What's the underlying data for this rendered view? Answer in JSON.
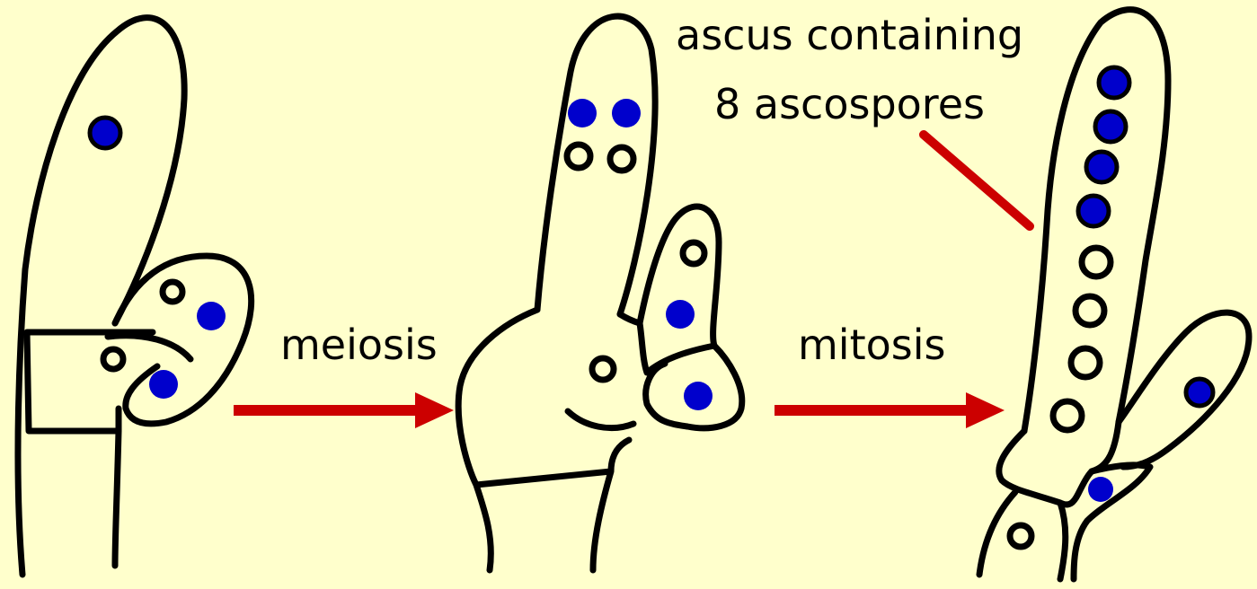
{
  "labels": {
    "meiosis": "meiosis",
    "mitosis": "mitosis",
    "ascus_line1": "ascus containing",
    "ascus_line2": "8 ascospores"
  },
  "colors": {
    "background": "#ffffcc",
    "nucleus_blue": "#0000cc",
    "arrow_red": "#cc0000",
    "outline": "#000000"
  }
}
